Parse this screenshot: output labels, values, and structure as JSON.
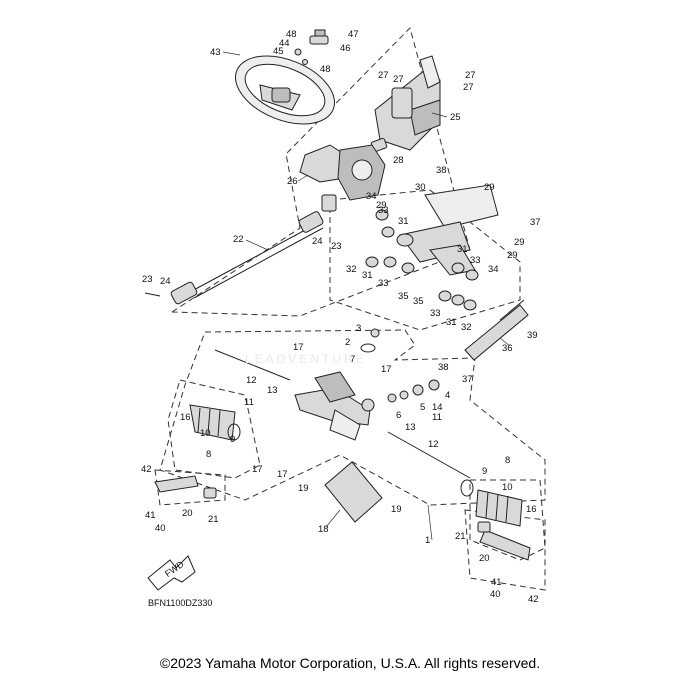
{
  "diagram": {
    "code": "BFN1100DZ330",
    "fwd_label": "FWD",
    "watermark": "LEADVENTURE",
    "copyright": "©2023 Yamaha Motor Corporation, U.S.A. All rights reserved."
  },
  "callouts": {
    "c1": "1",
    "c2": "2",
    "c3": "3",
    "c4": "4",
    "c5": "5",
    "c6": "6",
    "c7": "7",
    "c8a": "8",
    "c8b": "8",
    "c9a": "9",
    "c9b": "9",
    "c10a": "10",
    "c10b": "10",
    "c11a": "11",
    "c11b": "11",
    "c12a": "12",
    "c12b": "12",
    "c13a": "13",
    "c13b": "13",
    "c14": "14",
    "c16a": "16",
    "c16b": "16",
    "c17a": "17",
    "c17b": "17",
    "c17c": "17",
    "c17d": "17",
    "c18": "18",
    "c19a": "19",
    "c19b": "19",
    "c20a": "20",
    "c20b": "20",
    "c21a": "21",
    "c21b": "21",
    "c22": "22",
    "c23a": "23",
    "c23b": "23",
    "c24a": "24",
    "c24b": "24",
    "c25": "25",
    "c26": "26",
    "c27a": "27",
    "c27b": "27",
    "c27c": "27",
    "c27d": "27",
    "c28": "28",
    "c29a": "29",
    "c29b": "29",
    "c29c": "29",
    "c29d": "29",
    "c30": "30",
    "c31a": "31",
    "c31b": "31",
    "c31c": "31",
    "c31d": "31",
    "c32a": "32",
    "c32b": "32",
    "c33a": "33",
    "c33b": "33",
    "c33c": "33",
    "c33d": "33",
    "c34a": "34",
    "c34b": "34",
    "c35a": "35",
    "c35b": "35",
    "c36": "36",
    "c37a": "37",
    "c37b": "37",
    "c38a": "38",
    "c38b": "38",
    "c39": "39",
    "c40a": "40",
    "c40b": "40",
    "c41a": "41",
    "c41b": "41",
    "c42a": "42",
    "c42b": "42",
    "c43": "43",
    "c44": "44",
    "c45": "45",
    "c46": "46",
    "c47": "47",
    "c48a": "48",
    "c48b": "48"
  }
}
